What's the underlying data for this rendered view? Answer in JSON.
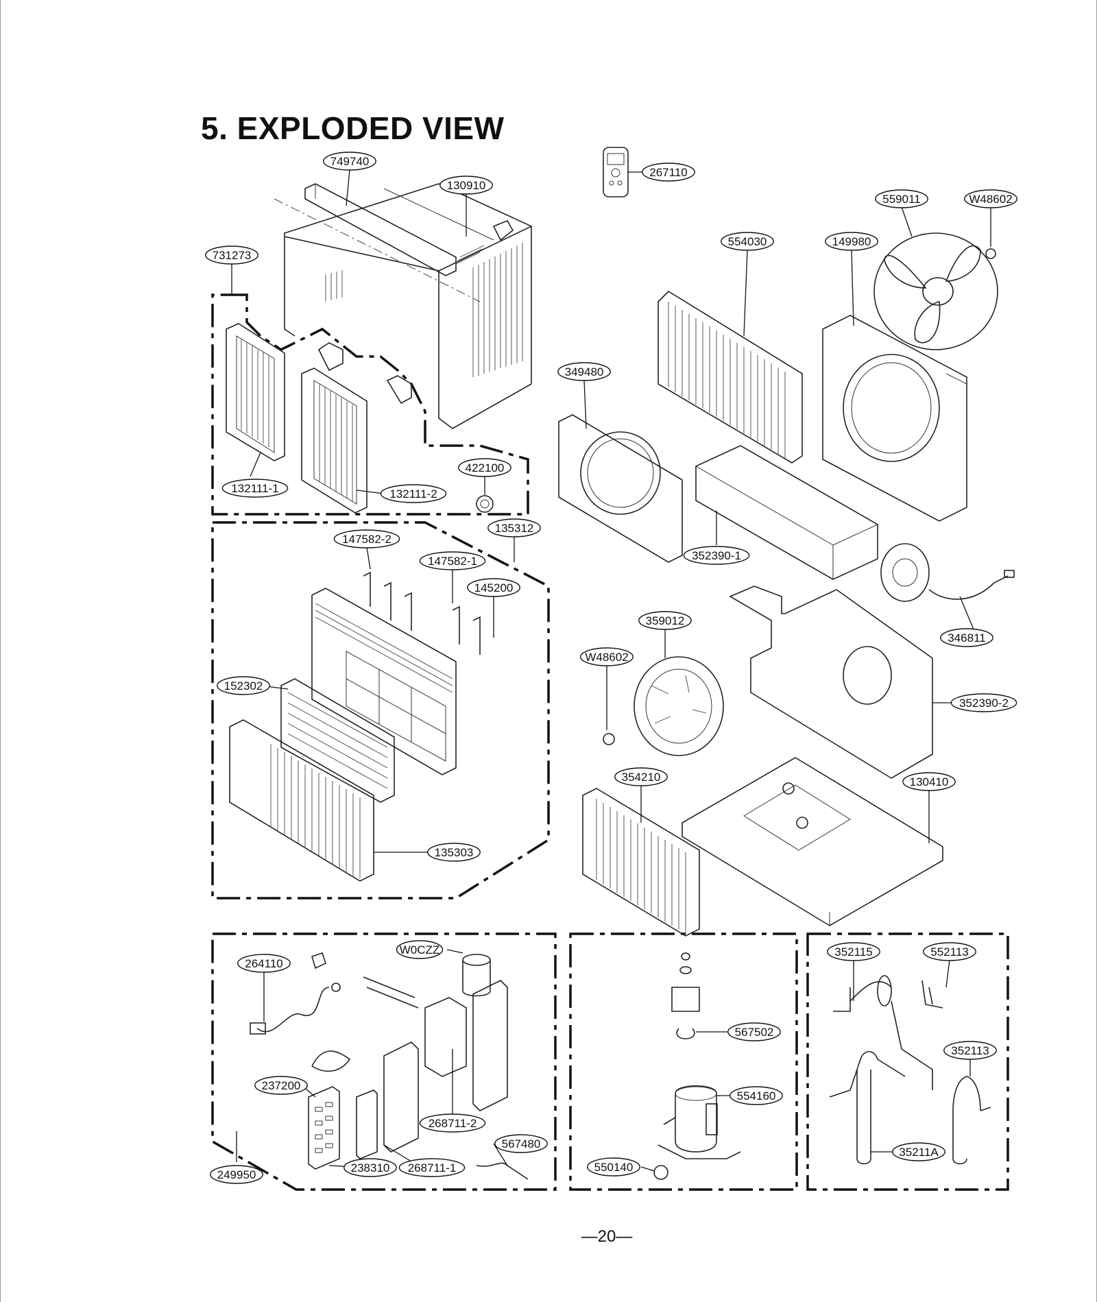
{
  "title": "5. EXPLODED VIEW",
  "page_number": "—20—",
  "parts": [
    {
      "id": "p-749740",
      "label": "749740"
    },
    {
      "id": "p-130910",
      "label": "130910"
    },
    {
      "id": "p-267110",
      "label": "267110"
    },
    {
      "id": "p-559011",
      "label": "559011"
    },
    {
      "id": "p-W48602a",
      "label": "W48602"
    },
    {
      "id": "p-731273",
      "label": "731273"
    },
    {
      "id": "p-554030",
      "label": "554030"
    },
    {
      "id": "p-149980",
      "label": "149980"
    },
    {
      "id": "p-349480",
      "label": "349480"
    },
    {
      "id": "p-422100",
      "label": "422100"
    },
    {
      "id": "p-132111-1",
      "label": "132111-1"
    },
    {
      "id": "p-132111-2",
      "label": "132111-2"
    },
    {
      "id": "p-135312",
      "label": "135312"
    },
    {
      "id": "p-147582-2",
      "label": "147582-2"
    },
    {
      "id": "p-147582-1",
      "label": "147582-1"
    },
    {
      "id": "p-145200",
      "label": "145200"
    },
    {
      "id": "p-352390-1",
      "label": "352390-1"
    },
    {
      "id": "p-346811",
      "label": "346811"
    },
    {
      "id": "p-359012",
      "label": "359012"
    },
    {
      "id": "p-W48602b",
      "label": "W48602"
    },
    {
      "id": "p-152302",
      "label": "152302"
    },
    {
      "id": "p-352390-2",
      "label": "352390-2"
    },
    {
      "id": "p-354210",
      "label": "354210"
    },
    {
      "id": "p-130410",
      "label": "130410"
    },
    {
      "id": "p-135303",
      "label": "135303"
    },
    {
      "id": "p-264110",
      "label": "264110"
    },
    {
      "id": "p-W0CZZ",
      "label": "W0CZZ"
    },
    {
      "id": "p-352115",
      "label": "352115"
    },
    {
      "id": "p-552113",
      "label": "552113"
    },
    {
      "id": "p-567502",
      "label": "567502"
    },
    {
      "id": "p-352113",
      "label": "352113"
    },
    {
      "id": "p-237200",
      "label": "237200"
    },
    {
      "id": "p-554160",
      "label": "554160"
    },
    {
      "id": "p-268711-2",
      "label": "268711-2"
    },
    {
      "id": "p-567480",
      "label": "567480"
    },
    {
      "id": "p-35211A",
      "label": "35211A"
    },
    {
      "id": "p-550140",
      "label": "550140"
    },
    {
      "id": "p-249950",
      "label": "249950"
    },
    {
      "id": "p-238310",
      "label": "238310"
    },
    {
      "id": "p-268711-1",
      "label": "268711-1"
    }
  ]
}
